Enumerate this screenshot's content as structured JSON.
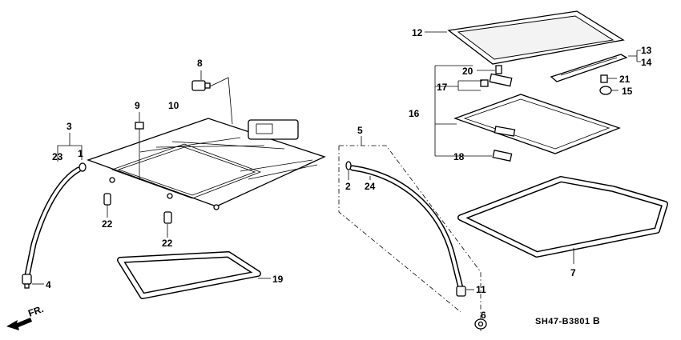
{
  "diagram": {
    "callouts": [
      "1",
      "2",
      "3",
      "4",
      "5",
      "6",
      "7",
      "8",
      "9",
      "10",
      "11",
      "12",
      "13",
      "14",
      "15",
      "16",
      "17",
      "18",
      "19",
      "20",
      "21",
      "22",
      "22",
      "23",
      "24"
    ],
    "part_code": "SH47-B3801",
    "part_code_suffix": "B",
    "direction_label": "FR."
  }
}
